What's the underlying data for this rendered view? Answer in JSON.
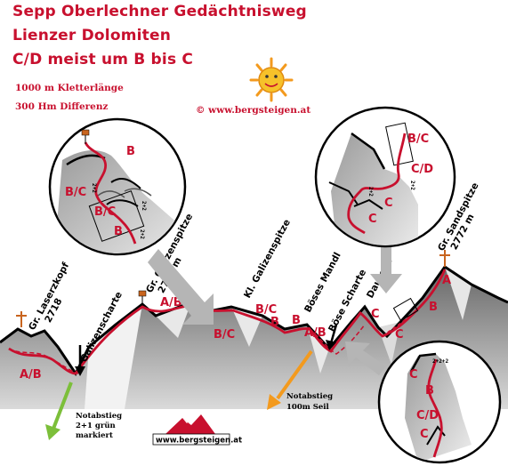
{
  "header": {
    "title_line1": "Sepp Oberlechner Gedächtnisweg",
    "title_line2": "Lienzer Dolomiten",
    "title_line3": "C/D meist um B bis C",
    "length": "1000 m Kletterlänge",
    "elevation": "300 Hm Differenz",
    "copyright": "© www.bergsteigen.at"
  },
  "peaks": {
    "laserzkopf_name": "Gr. Laserzkopf",
    "laserzkopf_alt": "2718",
    "galizenspitze_name": "Gr. Galizenspitze",
    "galizenspitze_alt": "2710 m",
    "kl_galizenspitze": "Kl. Galizenspitze",
    "sandspitze_name": "Gr. Sandspitze",
    "sandspitze_alt": "2772 m"
  },
  "features": {
    "galizenscharte": "Galizenscharte",
    "boeses_mandl": "Böses Mandl",
    "boese_scharte": "Böse Scharte",
    "daumen": "Daumen"
  },
  "grades": {
    "ab_left": "A/B",
    "ab_1": "A/B",
    "b_1": "B",
    "bc_1": "B/C",
    "bc_2": "B/C",
    "b_2": "B",
    "b_3": "B",
    "ab_2": "A/B",
    "c_daumen": "C",
    "c_low": "C",
    "b_sand": "B",
    "a_sand": "A",
    "inset1_b1": "B",
    "inset1_bc1": "B/C",
    "inset1_bc2": "B/C",
    "inset1_b2": "B",
    "inset2_bc": "B/C",
    "inset2_cd": "C/D",
    "inset2_c1": "C",
    "inset2_c2": "C",
    "inset3_c": "C",
    "inset3_b": "B",
    "inset3_cd": "C/D",
    "inset3_c2": "C"
  },
  "pitch_marks": {
    "inset1_a": "2+2",
    "inset1_b": "2+2",
    "inset1_c": "2+2",
    "inset2_a": "2+2",
    "inset2_b": "2+2",
    "inset3_a": "2+2+2"
  },
  "descents": {
    "green_line1": "Notabstieg",
    "green_line2": "2+1 grün",
    "green_line3": "markiert",
    "orange_line1": "Notabstieg",
    "orange_line2": "100m Seil"
  },
  "logo": {
    "text": "www.bergsteigen.at"
  },
  "colors": {
    "route": "#c8102e",
    "title": "#c8102e",
    "rock_dark": "#6e6e6e",
    "rock_light": "#bdbdbd",
    "green_arrow": "#7cbf3a",
    "orange_arrow": "#f39a1e",
    "grey_arrow": "#b5b5b5",
    "summit_cross": "#c8641e",
    "sun": "#f6c12a"
  },
  "icons": {
    "sun": "sun-icon",
    "summit_cross": "summit-cross-icon",
    "summit_flag": "summit-flag-icon"
  }
}
